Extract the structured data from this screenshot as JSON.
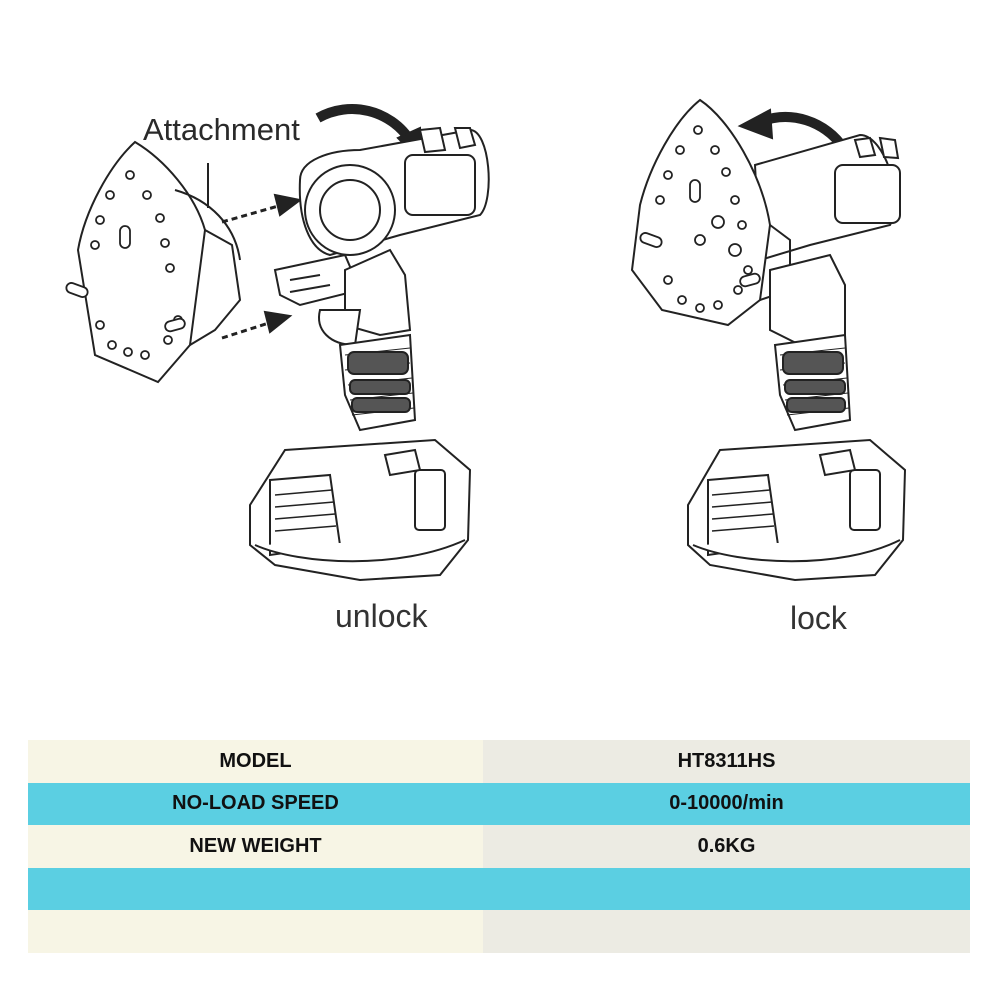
{
  "labels": {
    "attachment": "Attachment",
    "unlock": "unlock",
    "lock": "lock"
  },
  "colors": {
    "row_cream_left": "#f7f5e5",
    "row_cream_right": "#ecebe3",
    "row_cyan": "#5bcfe2",
    "line": "#222222"
  },
  "specs": {
    "rows": [
      {
        "label": "MODEL",
        "value": "HT8311HS"
      },
      {
        "label": "NO-LOAD SPEED",
        "value": "0-10000/min"
      },
      {
        "label": "NEW WEIGHT",
        "value": "0.6KG"
      },
      {
        "label": "",
        "value": ""
      },
      {
        "label": "",
        "value": ""
      }
    ]
  }
}
